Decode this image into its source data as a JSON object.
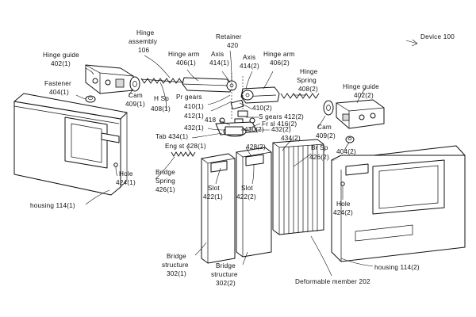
{
  "labels": {
    "device": "Device 100",
    "hinge_assembly": [
      "Hinge",
      "assembly",
      "106"
    ],
    "retainer": [
      "Retainer",
      "420"
    ],
    "hinge_arm_left": [
      "Hinge arm",
      "406(1)"
    ],
    "axis_left": [
      "Axis",
      "414(1)"
    ],
    "axis_right": [
      "Axis",
      "414(2)"
    ],
    "hinge_arm_right": [
      "Hinge arm",
      "406(2)"
    ],
    "hinge_guide_left": [
      "Hinge guide",
      "402(1)"
    ],
    "hinge_guide_right": [
      "Hinge guide",
      "402(2)"
    ],
    "fastener": [
      "Fastener",
      "404(1)"
    ],
    "cam_left": [
      "Cam",
      "409(1)"
    ],
    "h_sp": [
      "H Sp",
      "408(1)"
    ],
    "pr_gears": "Pr gears",
    "n410_1": "410(1)",
    "n412_1": "412(1)",
    "n410_2": "410(2)",
    "hinge_spring_right": [
      "Hinge",
      "Spring",
      "408(2)"
    ],
    "n418": "418",
    "s_gears": "S gears 412(2)",
    "fr_sl": "Fr sl 416(2)",
    "n432_1": "432(1)",
    "n430_2": "430(2)",
    "n432_2": "432(2)",
    "tab": "Tab 434(1)",
    "n434_2": "434(2)",
    "cam_right": [
      "Cam",
      "409(2)"
    ],
    "eng_st": "Eng st 428(1)",
    "n428_2": "428(2)",
    "n404_2": "404(2)",
    "br_sp": [
      "Br Sp",
      "426(2)"
    ],
    "hole_left": [
      "Hole",
      "424(1)"
    ],
    "bridge_spring": [
      "Bridge",
      "Spring",
      "426(1)"
    ],
    "slot_left": [
      "Slot",
      "422(1)"
    ],
    "slot_right": [
      "Slot",
      "422(2)"
    ],
    "hole_right": [
      "Hole",
      "424(2)"
    ],
    "housing_left": "housing 114(1)",
    "housing_right": "housing 114(2)",
    "bridge_left": [
      "Bridge",
      "structure",
      "302(1)"
    ],
    "bridge_right": [
      "Bridge",
      "structure",
      "302(2)"
    ],
    "deformable": "Deformable member 202"
  }
}
